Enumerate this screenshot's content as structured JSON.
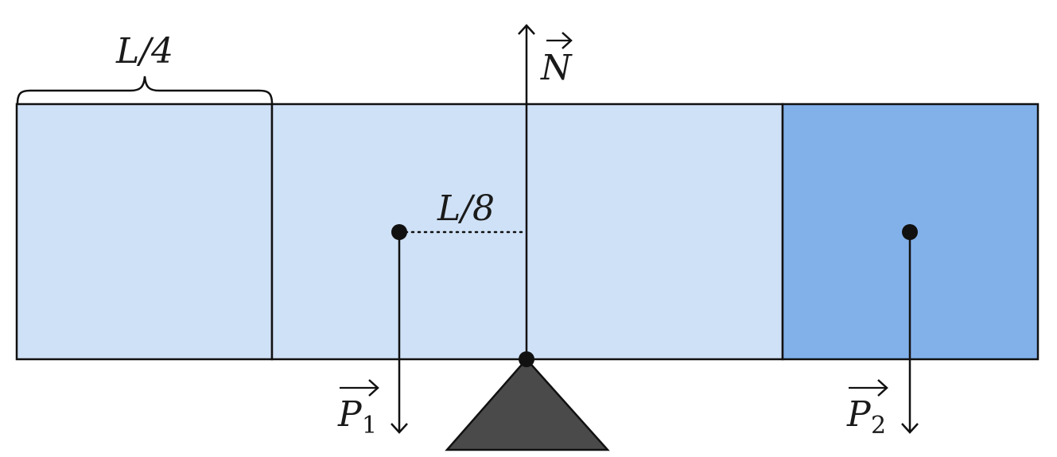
{
  "labels": {
    "quarter_length": "L/4",
    "eighth_length": "L/8",
    "normal_force": "N",
    "weight_1": "P",
    "weight_1_sub": "1",
    "weight_2": "P",
    "weight_2_sub": "2"
  },
  "colors": {
    "plank_light": "#cfe1f6",
    "plank_dark": "#82b1ea",
    "outline": "#111111",
    "fulcrum": "#4a4a4a"
  }
}
